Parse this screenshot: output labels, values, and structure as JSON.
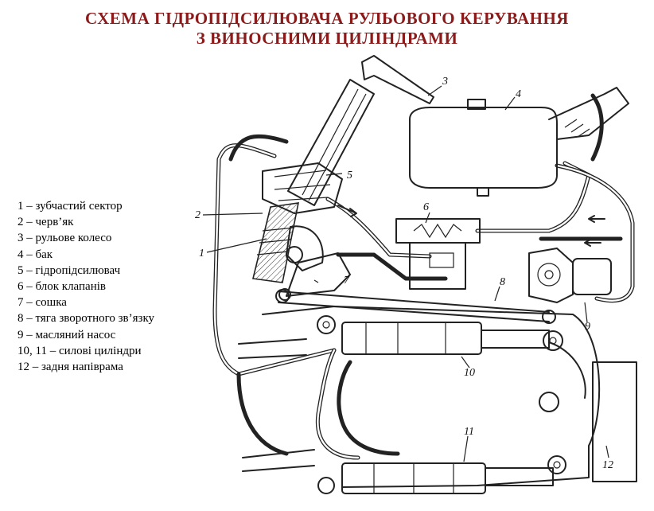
{
  "title": {
    "line1": "СХЕМА ГІДРОПІДСИЛЮВАЧА РУЛЬОВОГО КЕРУВАННЯ",
    "line2": "З ВИНОСНИМИ ЦИЛІНДРАМИ"
  },
  "legend": [
    "1 – зубчастий сектор",
    "2 – черв’як",
    "3 – рульове колесо",
    "4 – бак",
    "5 – гідропідсилювач",
    "6 – блок клапанів",
    "7 – сошка",
    "8 – тяга зворотного зв’язку",
    "9 – масляний насос",
    "10, 11 – силові циліндри",
    "12 – задня напіврама"
  ],
  "callouts": {
    "n1": "1",
    "n2": "2",
    "n3": "3",
    "n4": "4",
    "n5": "5",
    "n6": "6",
    "n7": "7",
    "n8": "8",
    "n9": "9",
    "n10": "10",
    "n11": "11",
    "n12": "12"
  },
  "colors": {
    "title": "#8b1a1a",
    "ink": "#222222"
  }
}
